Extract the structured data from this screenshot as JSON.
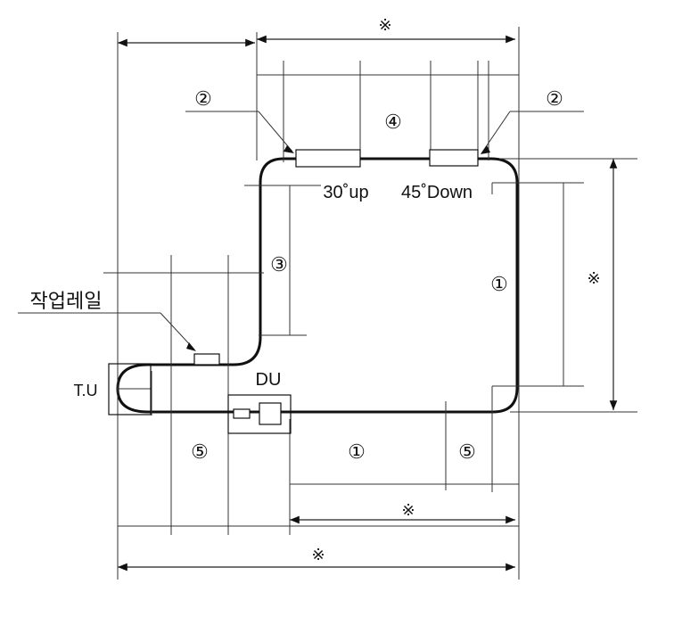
{
  "labels": {
    "ref_mark": "※",
    "ref_1": "①",
    "ref_2": "②",
    "ref_3": "③",
    "ref_4": "④",
    "ref_5": "⑤",
    "up_30": "30˚up",
    "down_45": "45˚Down",
    "work_rail": "작업레일",
    "drive_unit": "DU",
    "take_up": "T.U"
  }
}
